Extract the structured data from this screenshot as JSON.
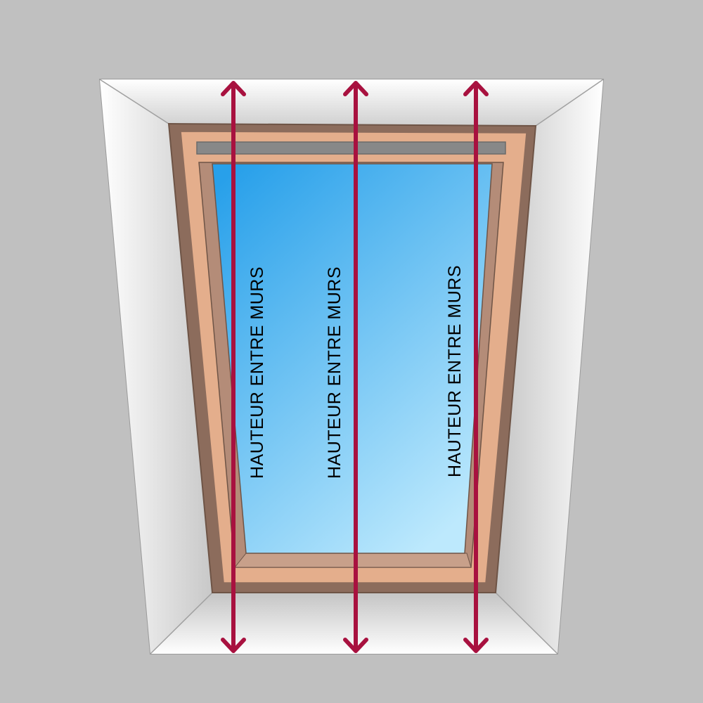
{
  "diagram": {
    "labels": [
      {
        "text": "HAUTEUR ENTRE MURS"
      },
      {
        "text": "HAUTEUR ENTRE MURS"
      },
      {
        "text": "HAUTEUR ENTRE MURS"
      }
    ]
  },
  "colors": {
    "background": "#c0c0c0",
    "wall": "#f4f4f4",
    "frame_outer": "#8c6c5c",
    "frame_light": "#e4ae8c",
    "frame_mid": "#b48c78",
    "bar": "#888888",
    "sky_top": "#28a0ea",
    "sky_bottom": "#bde9fd",
    "arrow": "#a8113f",
    "text": "#000000"
  }
}
